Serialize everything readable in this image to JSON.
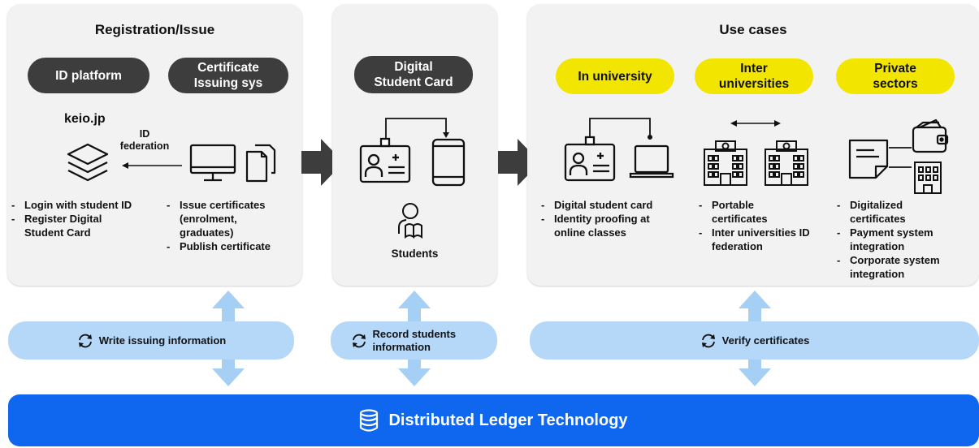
{
  "panels": {
    "registration": {
      "title": "Registration/Issue",
      "pill_id": "ID platform",
      "pill_cert": "Certificate Issuing sys",
      "keio": "keio.jp",
      "federation": "ID federation",
      "bullets_left": [
        "Login with student ID",
        "Register Digital Student Card"
      ],
      "bullets_right": [
        "Issue certificates (enrolment, graduates)",
        "Publish certificate"
      ]
    },
    "student_card": {
      "pill": "Digital Student Card",
      "students": "Students"
    },
    "use_cases": {
      "title": "Use cases",
      "pill_univ": "In university",
      "pill_inter": "Inter universities",
      "pill_private": "Private sectors",
      "bullets_univ": [
        "Digital student card",
        "Identity proofing at online classes"
      ],
      "bullets_inter": [
        "Portable certificates",
        "Inter universities ID federation"
      ],
      "bullets_private": [
        "Digitalized certificates",
        "Payment system integration",
        "Corporate system integration"
      ]
    }
  },
  "bands": {
    "write": "Write issuing information",
    "record": "Record students information",
    "verify": "Verify certificates"
  },
  "dlt": {
    "label": "Distributed Ledger Technology"
  },
  "colors": {
    "panel": "#f2f2f2",
    "dark_pill": "#3d3d3d",
    "yellow_pill": "#f2e600",
    "band": "#b5d8f8",
    "dlt": "#0e67ee"
  }
}
